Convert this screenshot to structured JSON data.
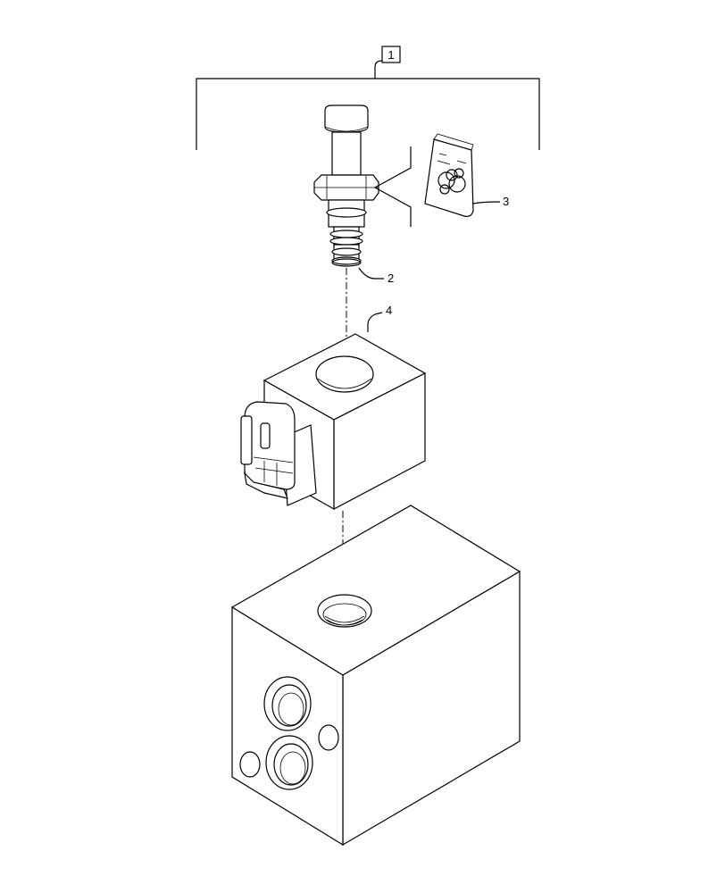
{
  "callouts": {
    "assembly": "1",
    "o_ring": "2",
    "seal_kit": "3",
    "coil": "4"
  }
}
